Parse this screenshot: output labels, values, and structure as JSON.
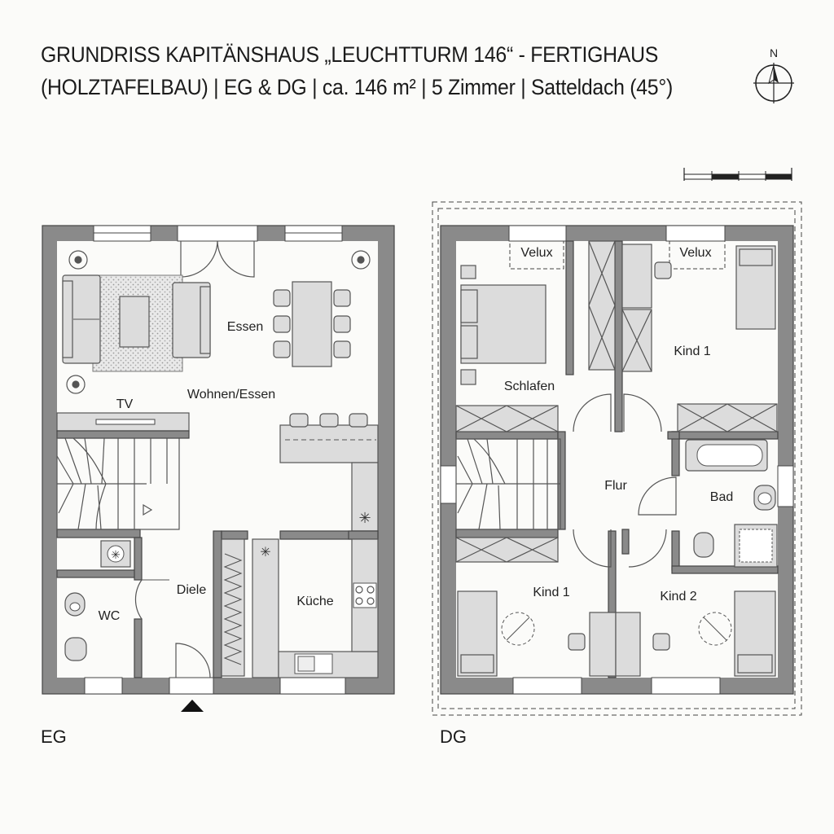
{
  "title": {
    "line1": "GRUNDRISS KAPITÄNSHAUS „LEUCHTTURM 146“ - FERTIGHAUS",
    "line2": "(HOLZTAFELBAU) | EG & DG | ca. 146 m² | 5 Zimmer | Satteldach (45°)"
  },
  "compass": {
    "north_label": "N"
  },
  "floors": {
    "eg": {
      "label": "EG",
      "rooms": {
        "essen": "Essen",
        "wohnen_essen": "Wohnen/Essen",
        "tv": "TV",
        "diele": "Diele",
        "wc": "WC",
        "kueche": "Küche"
      }
    },
    "dg": {
      "label": "DG",
      "rooms": {
        "velux_left": "Velux",
        "velux_right": "Velux",
        "schlafen": "Schlafen",
        "kind1_top": "Kind 1",
        "flur": "Flur",
        "bad": "Bad",
        "kind1_bottom": "Kind 1",
        "kind2": "Kind 2"
      }
    }
  }
}
